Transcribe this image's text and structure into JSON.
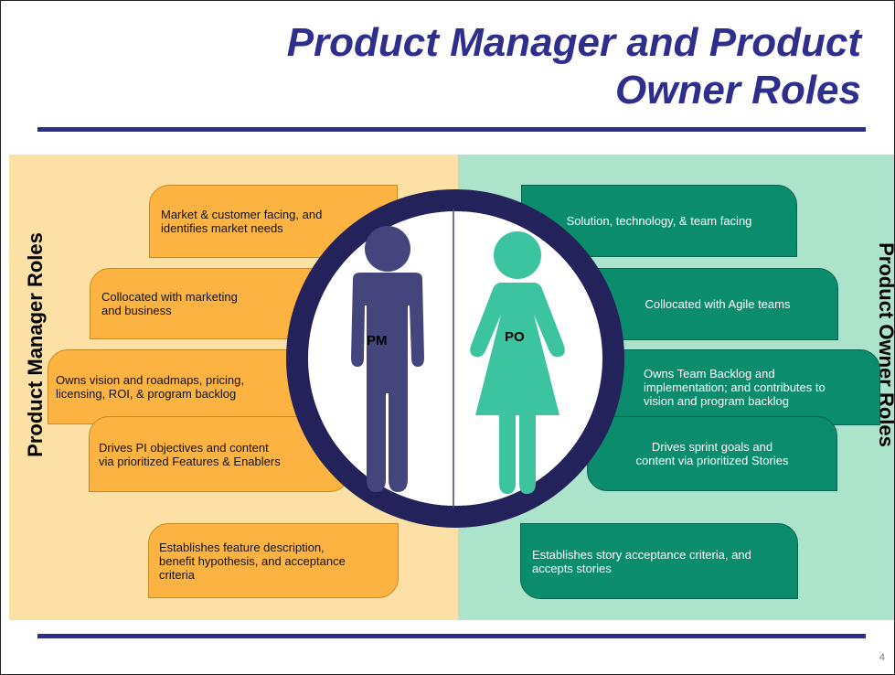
{
  "slide": {
    "title": "Product Manager and Product\nOwner Roles",
    "page_number": "4"
  },
  "left": {
    "label": "Product Manager Roles",
    "boxes": [
      "Market & customer facing, and\nidentifies market needs",
      "Collocated with marketing\nand business",
      "Owns vision and roadmaps, pricing,\nlicensing, ROI, & program backlog",
      "Drives PI objectives and content\nvia prioritized Features & Enablers",
      "Establishes feature description,\nbenefit hypothesis, and acceptance\ncriteria"
    ]
  },
  "right": {
    "label": "Product Owner Roles",
    "boxes": [
      "Solution, technology, & team facing",
      "Collocated with Agile teams",
      "Owns Team Backlog and\n implementation; and contributes to\nvision and program backlog",
      "Drives sprint goals and\ncontent via prioritized Stories",
      "Establishes story acceptance criteria, and\naccepts stories"
    ]
  },
  "figures": {
    "pm_label": "PM",
    "po_label": "PO",
    "pm_color": "#45457d",
    "po_color": "#3cc3a0",
    "ring_color": "#23225a"
  }
}
